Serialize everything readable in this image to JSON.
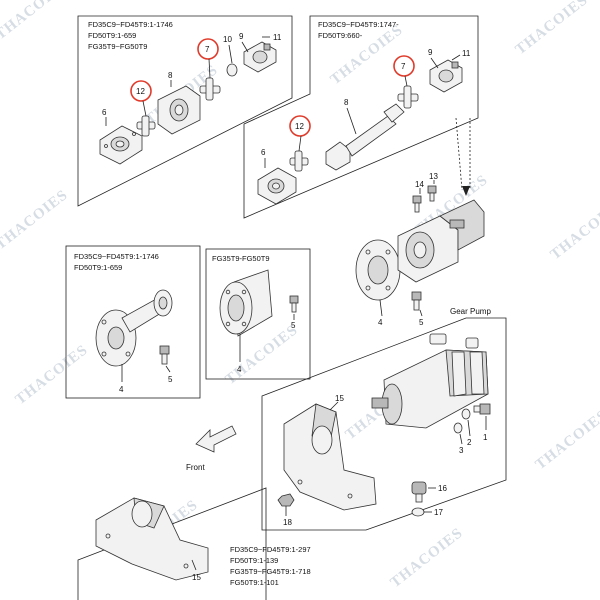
{
  "colors": {
    "highlight": "#e03a2a",
    "watermark": "#d6dde4",
    "line": "#222222"
  },
  "watermark_text": "THACOIES",
  "box_a": {
    "captions": [
      "FD35C9~FD45T9:1-1746",
      "FD50T9:1-659",
      "FG35T9~FG50T9"
    ],
    "labels": {
      "p6": "6",
      "p8": "8",
      "p7": "7",
      "p12": "12",
      "p10": "10",
      "p9": "9",
      "p11": "11"
    }
  },
  "box_b": {
    "captions": [
      "FD35C9~FD45T9:1747-",
      "FD50T9:660-"
    ],
    "labels": {
      "p6": "6",
      "p8": "8",
      "p7": "7",
      "p12": "12",
      "p9": "9",
      "p11": "11"
    }
  },
  "box_c": {
    "captions": [
      "FD35C9~FD45T9:1-1746",
      "FD50T9:1-659"
    ],
    "labels": {
      "p4": "4",
      "p5": "5"
    }
  },
  "box_d": {
    "captions": [
      "FG35T9-FG50T9"
    ],
    "labels": {
      "p4": "4",
      "p5": "5"
    }
  },
  "main": {
    "labels": {
      "p14": "14",
      "p13": "13",
      "p4": "4",
      "p5": "5",
      "p15": "15",
      "p2": "2",
      "p1": "1",
      "p3": "3",
      "p16": "16",
      "p17": "17",
      "p18": "18"
    },
    "gear_pump_label": "Gear Pump",
    "front_label": "Front"
  },
  "inset_bracket": {
    "captions": [
      "FD35C9~FD45T9:1-297",
      "FD50T9:1-139",
      "FG35T9~FG45T9:1-718",
      "FG50T9:1-101"
    ],
    "labels": {
      "p15": "15"
    }
  }
}
